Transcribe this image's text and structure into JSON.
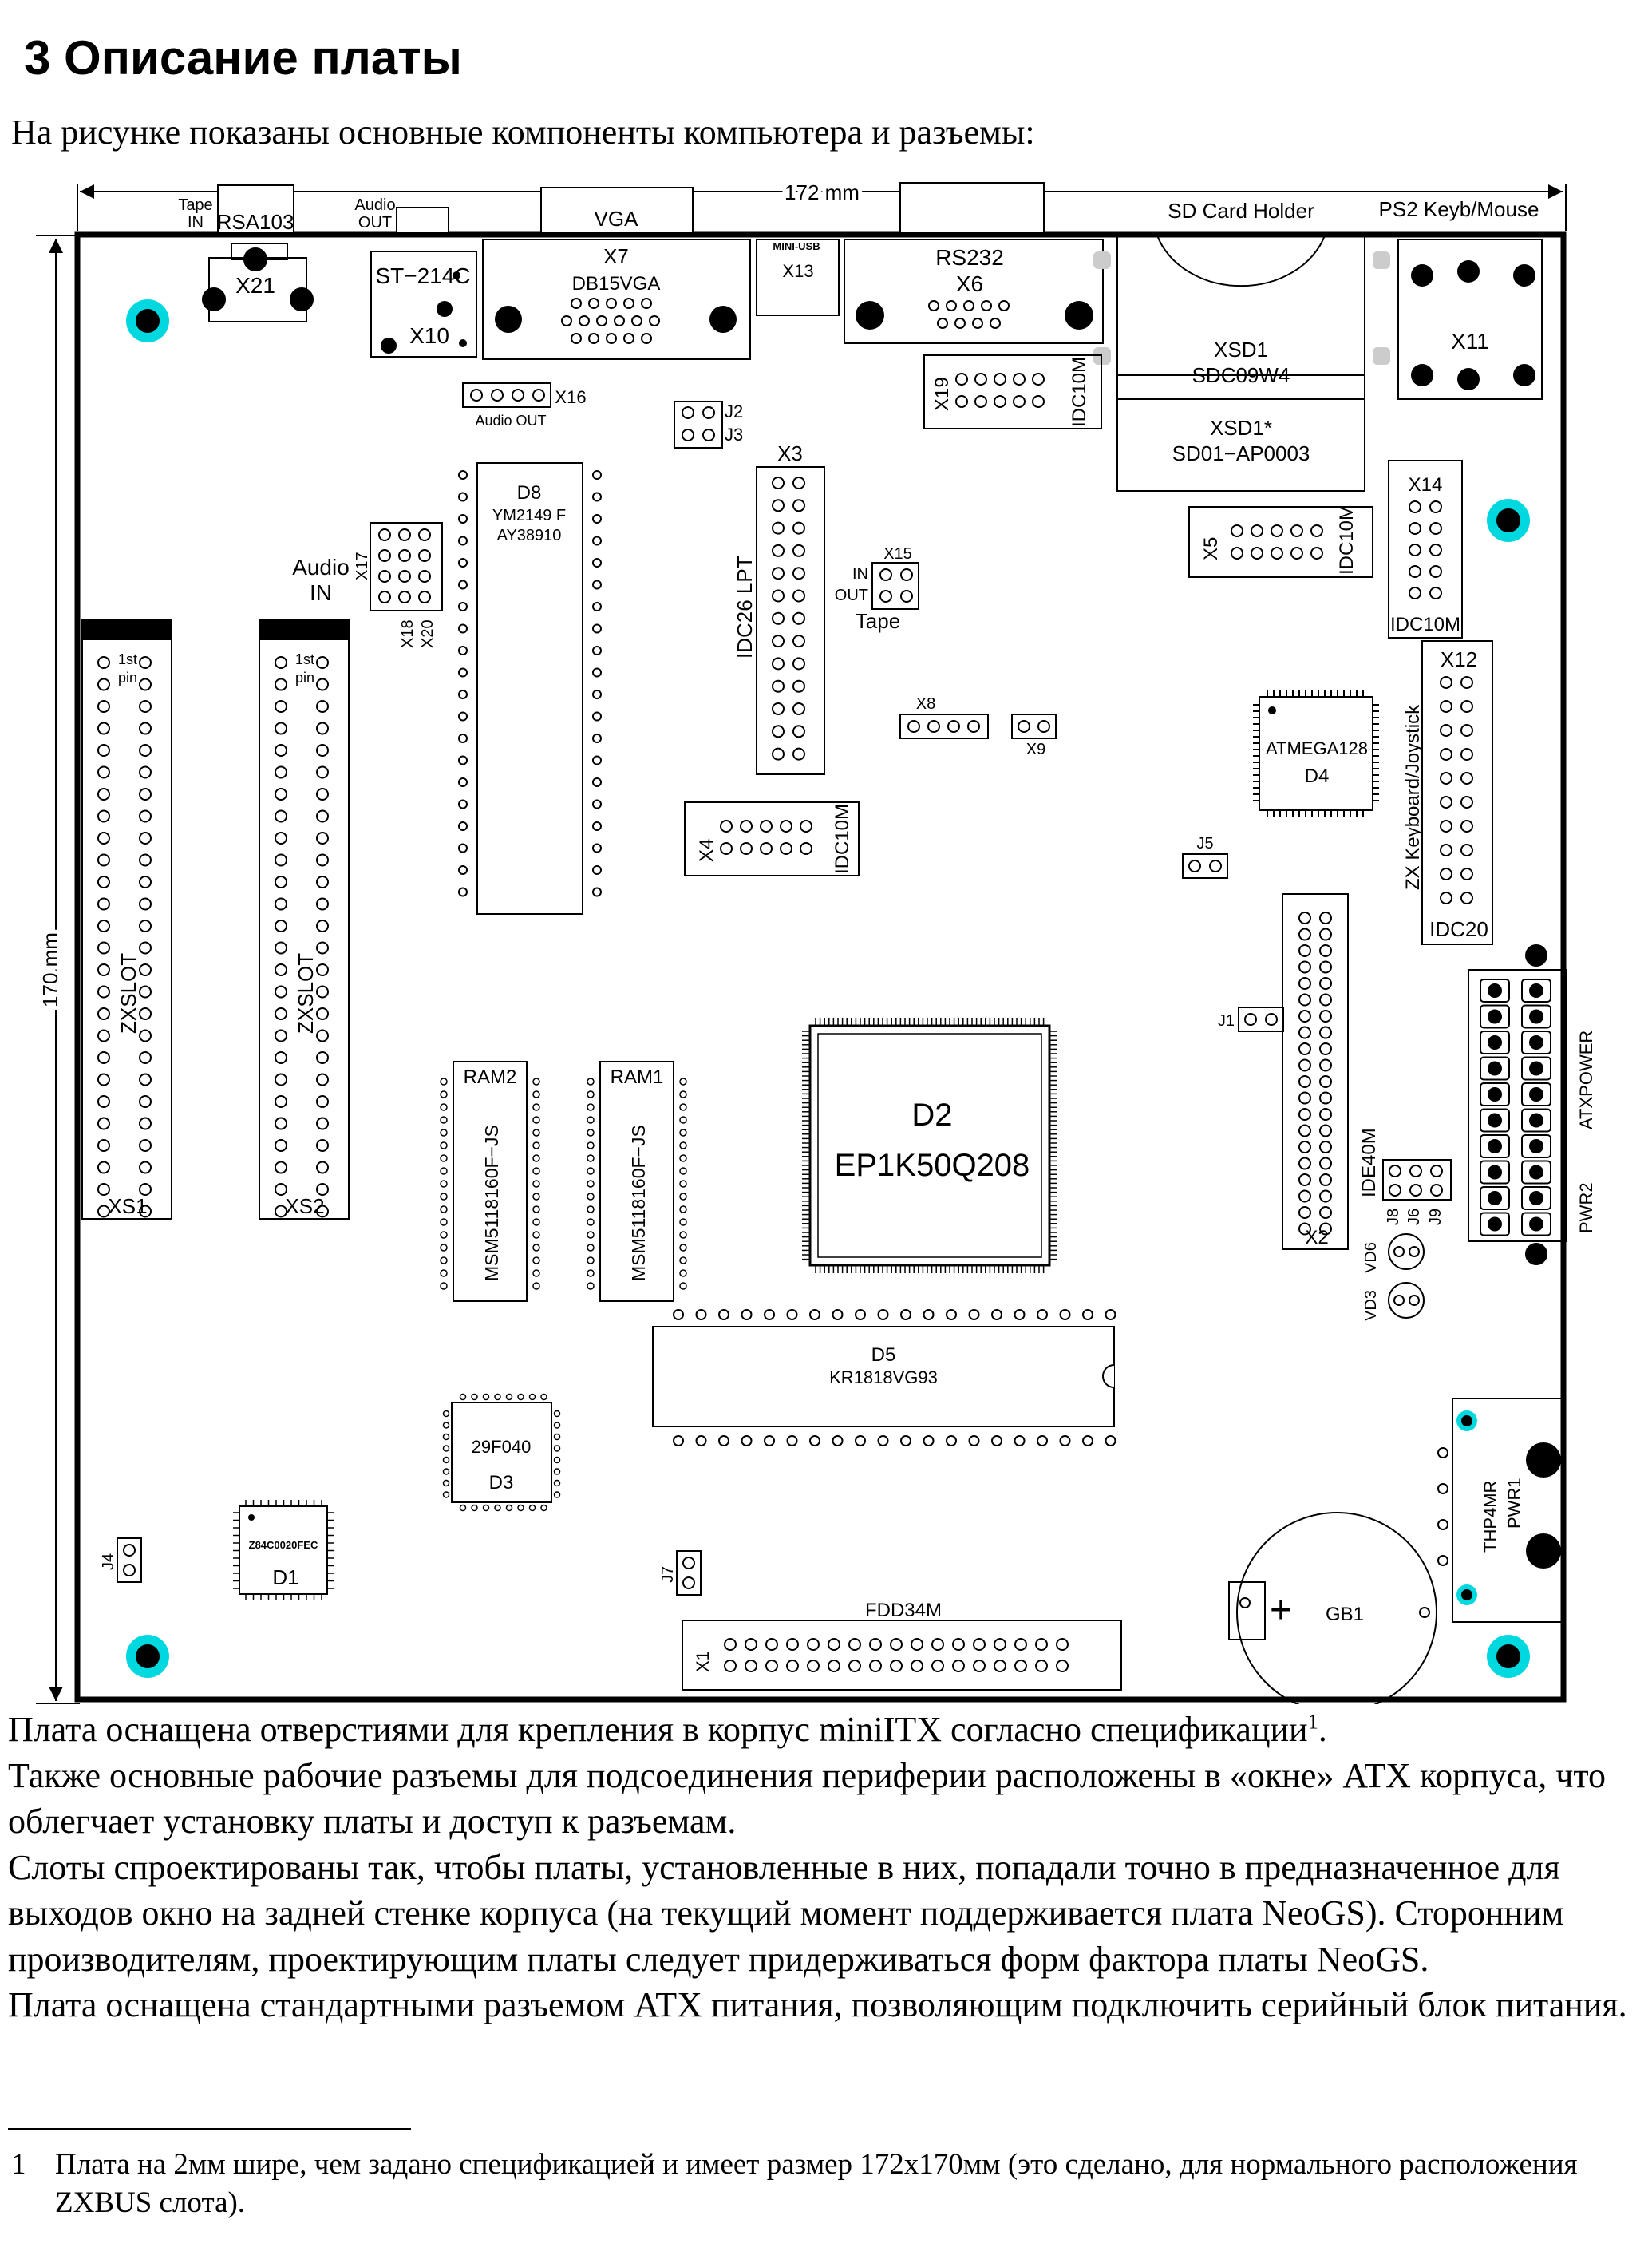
{
  "heading": "3  Описание платы",
  "intro": "На рисунке показаны основные компоненты компьютера и разъемы:",
  "figure": {
    "dim_width": "172 mm",
    "dim_height": "170 mm",
    "labels": {
      "tape_in_1": "Tape",
      "tape_in_2": "IN",
      "rsa103": "RSA103",
      "audio_out_1": "Audio",
      "audio_out_2": "OUT",
      "vga": "VGA",
      "sd_holder": "SD Card Holder",
      "ps2": "PS2 Keyb/Mouse",
      "x21": "X21",
      "st214c": "ST−214C",
      "x10": "X10",
      "x7": "X7",
      "db15vga": "DB15VGA",
      "mini_usb": "MINI-USB",
      "x13": "X13",
      "rs232": "RS232",
      "x6": "X6",
      "xsd1": "XSD1",
      "sdc09w4": "SDC09W4",
      "xsd1b": "XSD1*",
      "sd01": "SD01−AP0003",
      "x11": "X11",
      "x19": "X19",
      "idc10m_x19": "IDC10M",
      "x16": "X16",
      "audio_out_x16": "Audio OUT",
      "j2": "J2",
      "j3": "J3",
      "x3": "X3",
      "idc26": "IDC26 LPT",
      "d8": "D8",
      "ym": "YM2149 F",
      "ay": "AY38910",
      "audio_in_1": "Audio",
      "audio_in_2": "IN",
      "x17": "X17",
      "x18": "X18",
      "x20": "X20",
      "x15": "X15",
      "in": "IN",
      "out": "OUT",
      "tape": "Tape",
      "x5": "X5",
      "idc10m_x5": "IDC10M",
      "x14": "X14",
      "idc10m_x14": "IDC10M",
      "first_1": "1st",
      "pin_1": "pin",
      "first_2": "1st",
      "pin_2": "pin",
      "zxslot_1": "ZXSLOT",
      "zxslot_2": "ZXSLOT",
      "xs1": "XS1",
      "xs2": "XS2",
      "x8": "X8",
      "x9": "X9",
      "x12": "X12",
      "zx_kb": "ZX Keyboard/Joystick",
      "idc20": "IDC20",
      "atmega": "ATMEGA128",
      "d4": "D4",
      "x4": "X4",
      "idc10m_x4": "IDC10M",
      "j5": "J5",
      "j1": "J1",
      "ram2": "RAM2",
      "ram1": "RAM1",
      "msm_1": "MSM5118160F−JS",
      "msm_2": "MSM5118160F−JS",
      "d2": "D2",
      "ep1k": "EP1K50Q208",
      "ide40m": "IDE40M",
      "x2": "X2",
      "atxpower": "ATXPOWER",
      "pwr2": "PWR2",
      "j8": "J8",
      "j6": "J6",
      "j9": "J9",
      "vd6": "VD6",
      "vd3": "VD3",
      "d5": "D5",
      "kr1818": "KR1818VG93",
      "f29": "29F040",
      "d3": "D3",
      "z84": "Z84C0020FEC",
      "d1": "D1",
      "j4": "J4",
      "j7": "J7",
      "fdd": "FDD34M",
      "x1": "X1",
      "gb1": "GB1",
      "thp4mr": "THP4MR",
      "pwr1": "PWR1",
      "plus": "+"
    }
  },
  "paragraphs": [
    "Также основные рабочие разъемы для подсоединения периферии расположены в «окне» ATX корпуса, что облегчает установку платы и доступ к разъемам.",
    "Слоты спроектированы так, чтобы платы, установленные в них, попадали точно в предназначенное для выходов окно на задней стенке корпуса (на текущий момент поддерживается плата NeoGS). Сторонним производителям, проектирующим платы следует придерживаться  форм фактора платы NeoGS.",
    "Плата оснащена стандартными разъемом ATX питания, позволяющим подключить серийный блок питания."
  ],
  "para1_text": "Плата оснащена отверстиями для крепления в корпус miniITX согласно спецификации",
  "para1_sup": "1",
  "para1_end": ".",
  "footnote": {
    "number": "1",
    "text": "Плата на 2мм шире, чем задано спецификацией и имеет размер 172х170мм (это сделано, для нормального расположения ZXBUS слота)."
  }
}
